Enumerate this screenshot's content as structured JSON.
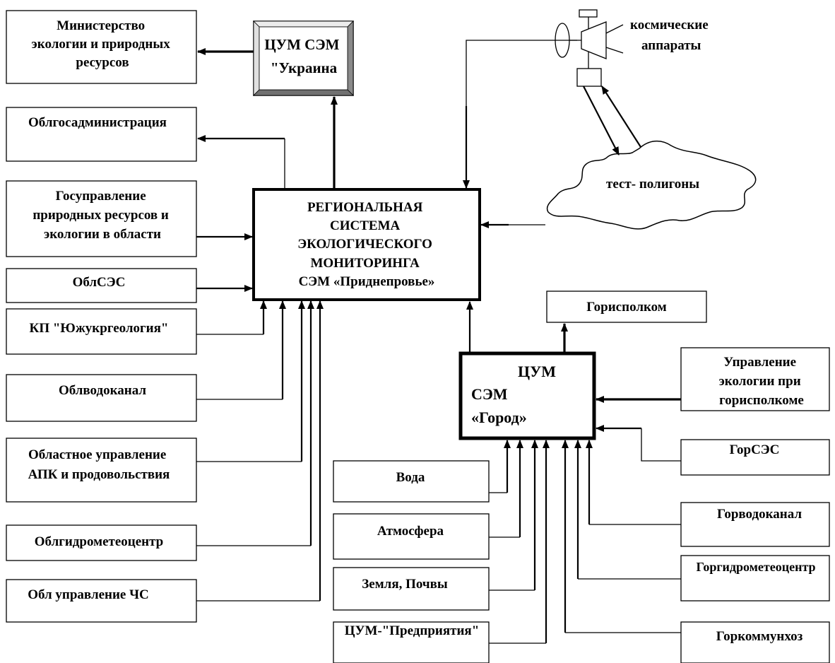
{
  "boxes": {
    "ministry": [
      "Министерство",
      "экологии и природных",
      "ресурсов"
    ],
    "tsum_ukraine": [
      "ЦУМ СЭМ",
      "\"Украина"
    ],
    "oblgosadmin": [
      "Облгосадминистрация"
    ],
    "gosupravlenie": [
      "Госуправление",
      "природных ресурсов и",
      "экологии в области"
    ],
    "oblses": [
      "ОблСЭС"
    ],
    "kp_yuzhukrgeologiya": [
      "КП \"Южукргеология\""
    ],
    "oblvodokanal": [
      "Облводоканал"
    ],
    "apk": [
      "Областное управление",
      "АПК и продовольствия"
    ],
    "oblgidromet": [
      "Облгидрометеоцентр"
    ],
    "obl_chs": [
      "Обл управление ЧС"
    ],
    "regional_system": [
      "РЕГИОНАЛЬНАЯ",
      "СИСТЕМА",
      "ЭКОЛОГИЧЕСКОГО",
      "МОНИТОРИНГА",
      "СЭМ «Приднепровье»"
    ],
    "gorispolkom": [
      "Горисполком"
    ],
    "tsum_gorod": [
      "ЦУМ",
      "СЭМ",
      "«Город»"
    ],
    "upravlenie_ekologii": [
      "Управление",
      "экологии при",
      "горисполкоме"
    ],
    "gorses": [
      "ГорСЭС"
    ],
    "gorvodokanal": [
      "Горводоканал"
    ],
    "gorgidromet": [
      "Горгидрометеоцентр"
    ],
    "gorkommunhoz": [
      "Горкоммунхоз"
    ],
    "voda": [
      "Вода"
    ],
    "atmosfera": [
      "Атмосфера"
    ],
    "zemlya": [
      "Земля,  Почвы"
    ],
    "tsum_predpriyatiya": [
      "ЦУМ-\"Предприятия\""
    ]
  },
  "labels": {
    "space": [
      "космические",
      "аппараты"
    ],
    "test_polygons": [
      "тест- полигоны"
    ]
  }
}
